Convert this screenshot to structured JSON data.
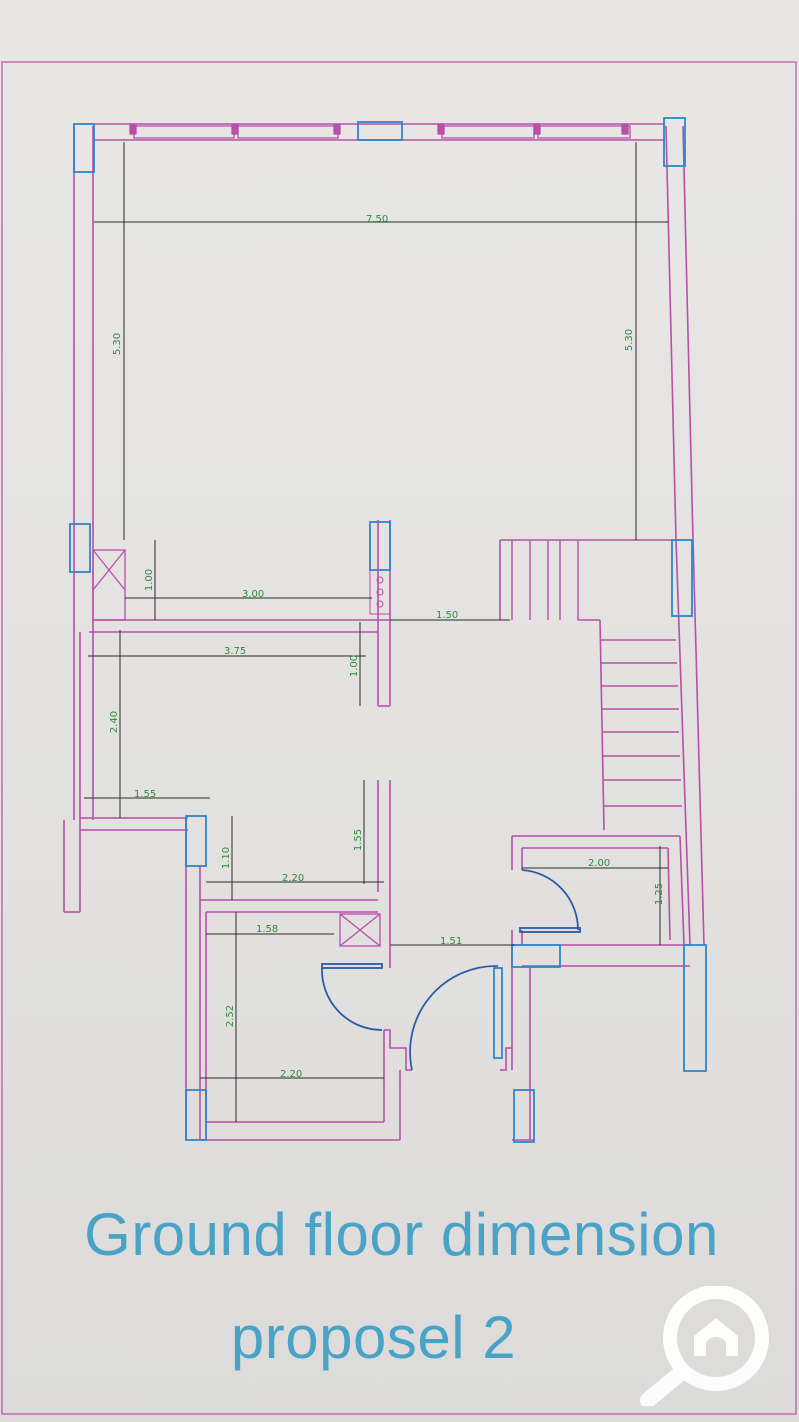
{
  "title": {
    "line1": "Ground floor dimension",
    "line2": "proposel 2"
  },
  "colors": {
    "wall": "#b84fa8",
    "window": "#2e86c8",
    "dimension_line": "#2a2a2a",
    "dimension_text": "#2e8b3a",
    "door_arc": "#2c5aa8",
    "title": "#4aa3c6",
    "background": "#e4e3e1"
  },
  "dimensions": [
    {
      "id": "living-width",
      "label": "7.50"
    },
    {
      "id": "living-depth-left",
      "label": "5.30"
    },
    {
      "id": "living-depth-right",
      "label": "5.30"
    },
    {
      "id": "kitchen-width",
      "label": "3.00"
    },
    {
      "id": "kitchen-depth",
      "label": "1.00"
    },
    {
      "id": "hall-width",
      "label": "1.50"
    },
    {
      "id": "room-width",
      "label": "3.75"
    },
    {
      "id": "room-inner",
      "label": "1.00"
    },
    {
      "id": "room-depth",
      "label": "2.40"
    },
    {
      "id": "room-lower-width",
      "label": "1.55"
    },
    {
      "id": "corridor-depth",
      "label": "1.55"
    },
    {
      "id": "bath-depth",
      "label": "1.10"
    },
    {
      "id": "bath-width",
      "label": "2.20"
    },
    {
      "id": "store-width",
      "label": "2.00"
    },
    {
      "id": "store-depth",
      "label": "1.25"
    },
    {
      "id": "bed-width-top",
      "label": "1.58"
    },
    {
      "id": "corridor-width",
      "label": "1.51"
    },
    {
      "id": "bed-depth",
      "label": "2.52"
    },
    {
      "id": "bed-width-bottom",
      "label": "2.20"
    }
  ],
  "watermark_icon": "magnifier-house-icon"
}
